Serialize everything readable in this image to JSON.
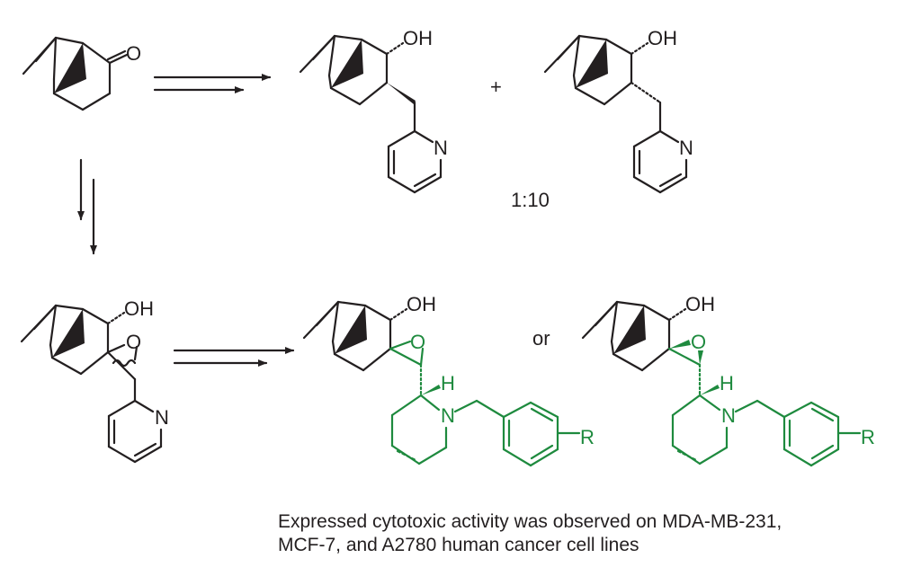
{
  "labels": {
    "oxygen": "O",
    "hydroxyl": "OH",
    "nitrogen": "N",
    "hydrogen": "H",
    "r_group": "R",
    "plus": "+",
    "ratio": "1:10",
    "or": "or"
  },
  "caption": {
    "line1": "Expressed cytotoxic activity was observed on MDA-MB-231,",
    "line2": "MCF-7, and A2780 human cancer cell lines"
  },
  "colors": {
    "ink": "#231f20",
    "highlight": "#1e8a3e"
  }
}
